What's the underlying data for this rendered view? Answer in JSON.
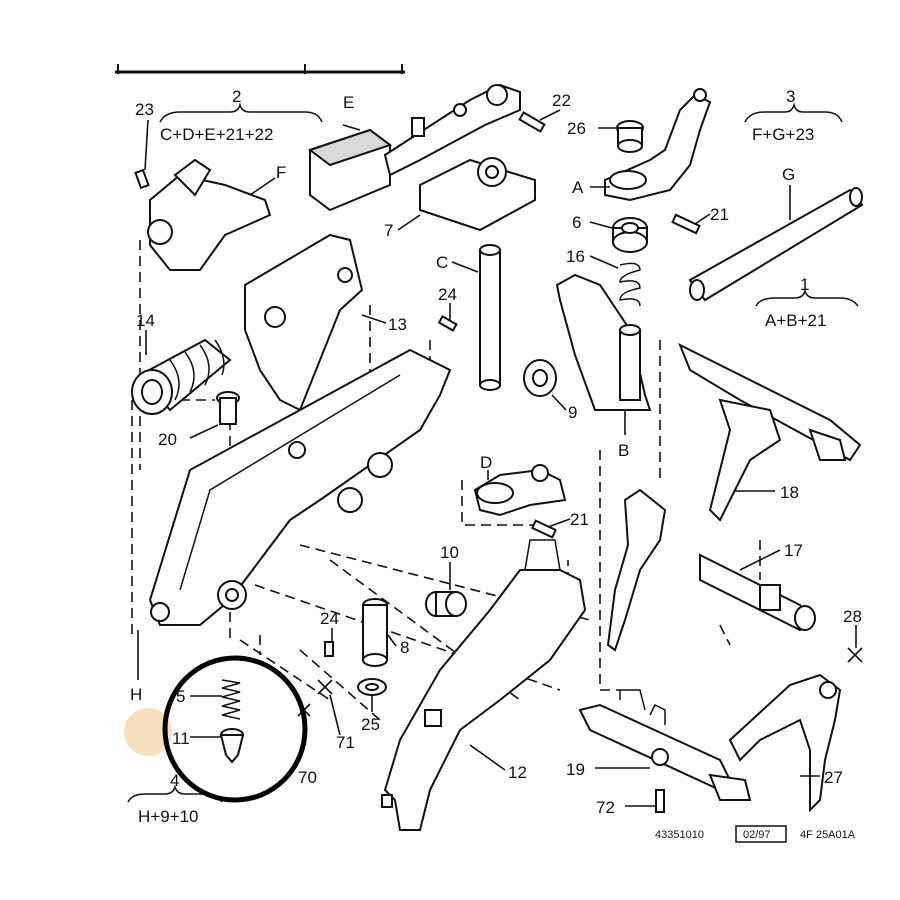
{
  "labels": {
    "p2": "2",
    "g2": "C+D+E+21+22",
    "p3": "3",
    "g3": "F+G+23",
    "p1": "1",
    "g1": "A+B+21",
    "p4": "4",
    "g4": "H+9+10",
    "n23": "23",
    "E": "E",
    "n22": "22",
    "n26": "26",
    "F": "F",
    "A": "A",
    "n6": "6",
    "n21a": "21",
    "G": "G",
    "n16": "16",
    "n7": "7",
    "C": "C",
    "n24a": "24",
    "n13": "13",
    "n14": "14",
    "n9": "9",
    "B": "B",
    "n20": "20",
    "D": "D",
    "n18": "18",
    "n21b": "21",
    "n17": "17",
    "n10": "10",
    "n24b": "24",
    "n8": "8",
    "n28": "28",
    "H": "H",
    "n5": "5",
    "n25": "25",
    "n11": "11",
    "n71": "71",
    "n12": "12",
    "n70": "70",
    "n19": "19",
    "n27": "27",
    "n72": "72",
    "code": "43351010",
    "date": "02/97",
    "ref": "4F 25A01A"
  },
  "colors": {
    "ink": "#111111",
    "highlight_circle": "#000000",
    "marker_dot": "#f5d9b0"
  }
}
